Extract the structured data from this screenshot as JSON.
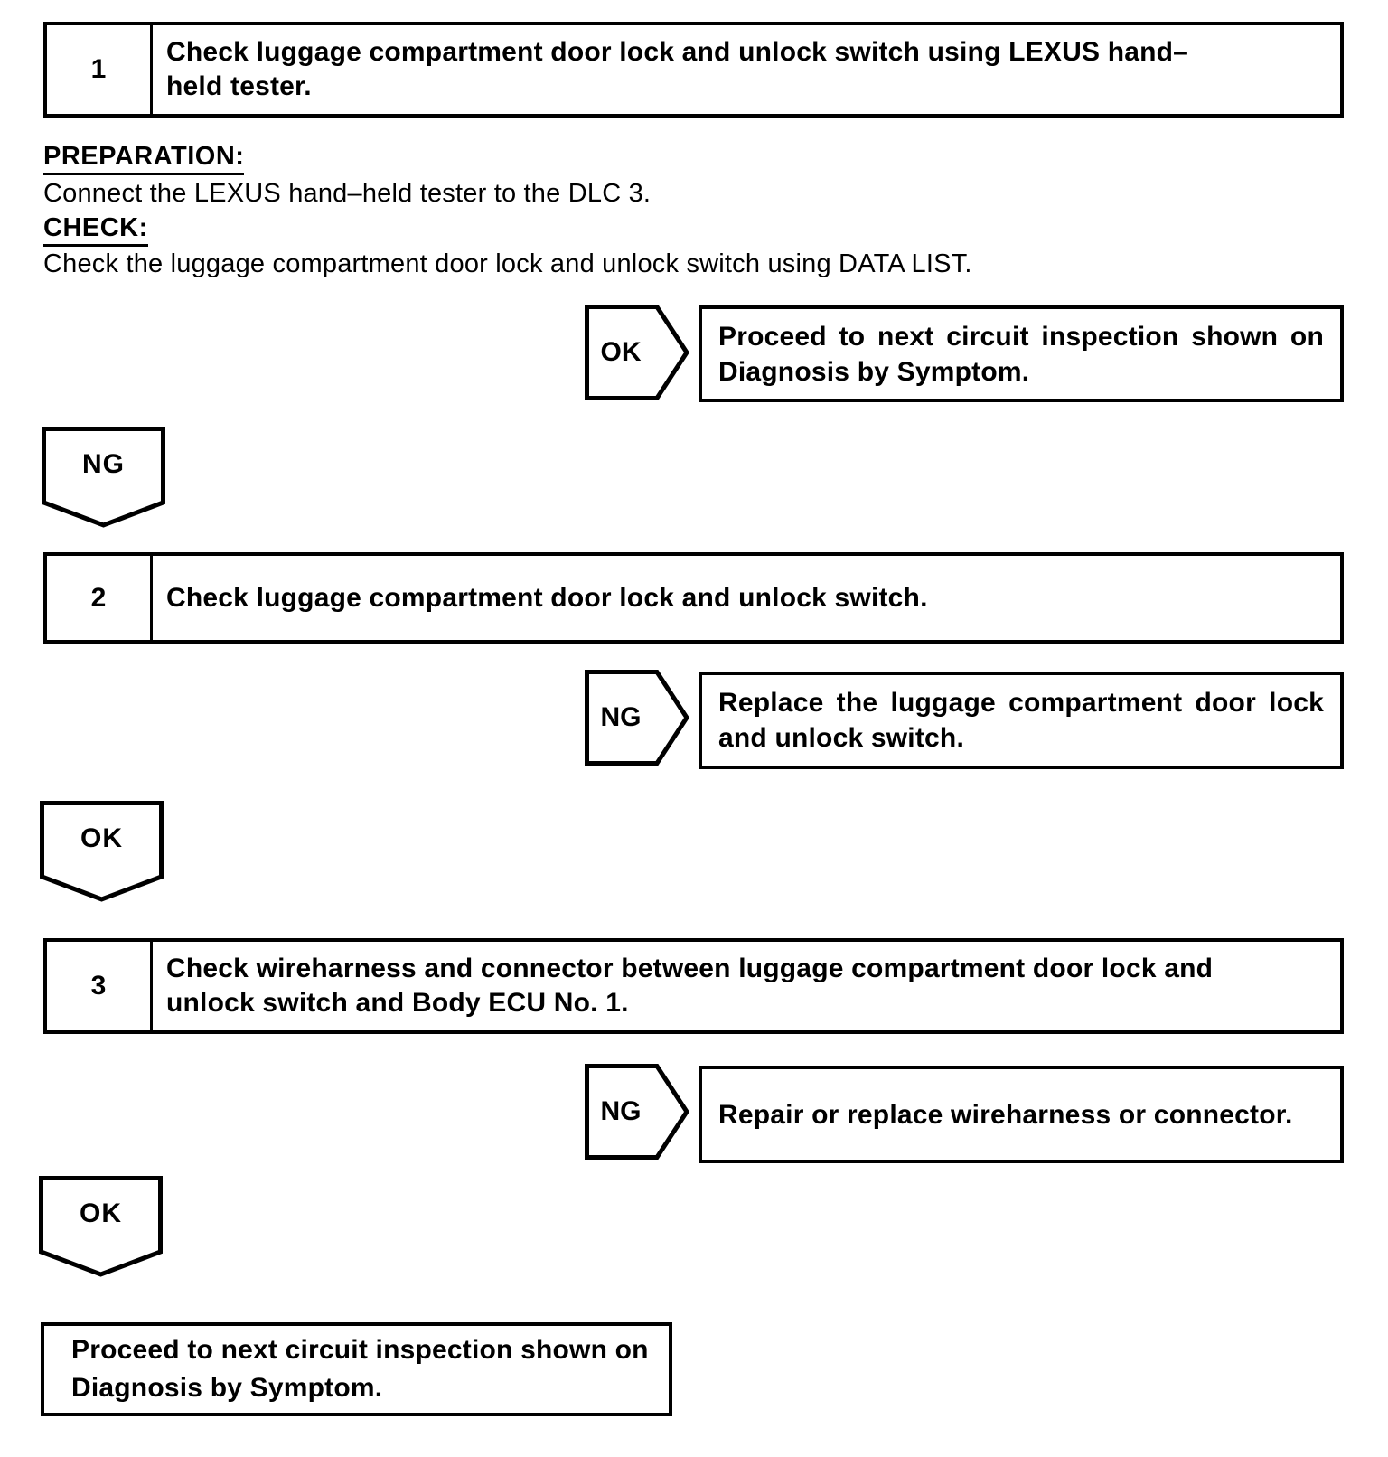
{
  "steps": {
    "step1": {
      "number": "1",
      "title_lines": [
        "Check luggage compartment door lock and unlock switch using LEXUS hand–",
        "held tester."
      ]
    },
    "step2": {
      "number": "2",
      "title_lines": [
        "Check luggage compartment door lock and unlock switch.",
        ""
      ]
    },
    "step3": {
      "number": "3",
      "title_lines": [
        "Check wireharness and connector between luggage compartment door lock and",
        "unlock switch and Body ECU No. 1."
      ]
    }
  },
  "sections": {
    "preparation_heading": "PREPARATION:",
    "preparation_text": "Connect the LEXUS hand–held tester to the DLC 3.",
    "check_heading": "CHECK:",
    "check_text": "Check the luggage compartment door lock and unlock switch using DATA LIST."
  },
  "branches": {
    "branch1": {
      "tag": "OK",
      "result_lines": [
        "Proceed to next circuit inspection shown on",
        "Diagnosis by Symptom."
      ]
    },
    "branch2": {
      "tag": "NG",
      "result_lines": [
        "Replace the luggage compartment door lock",
        "and unlock switch."
      ]
    },
    "branch3": {
      "tag": "NG",
      "result_lines": [
        "Repair or replace wireharness or connector.",
        ""
      ]
    }
  },
  "connectors": {
    "connector1": "NG",
    "connector2": "OK",
    "connector3": "OK"
  },
  "final_box": {
    "lines": [
      "Proceed to next circuit inspection shown on",
      "Diagnosis by Symptom."
    ]
  },
  "colors": {
    "ink": "#000000",
    "paper": "#ffffff"
  }
}
